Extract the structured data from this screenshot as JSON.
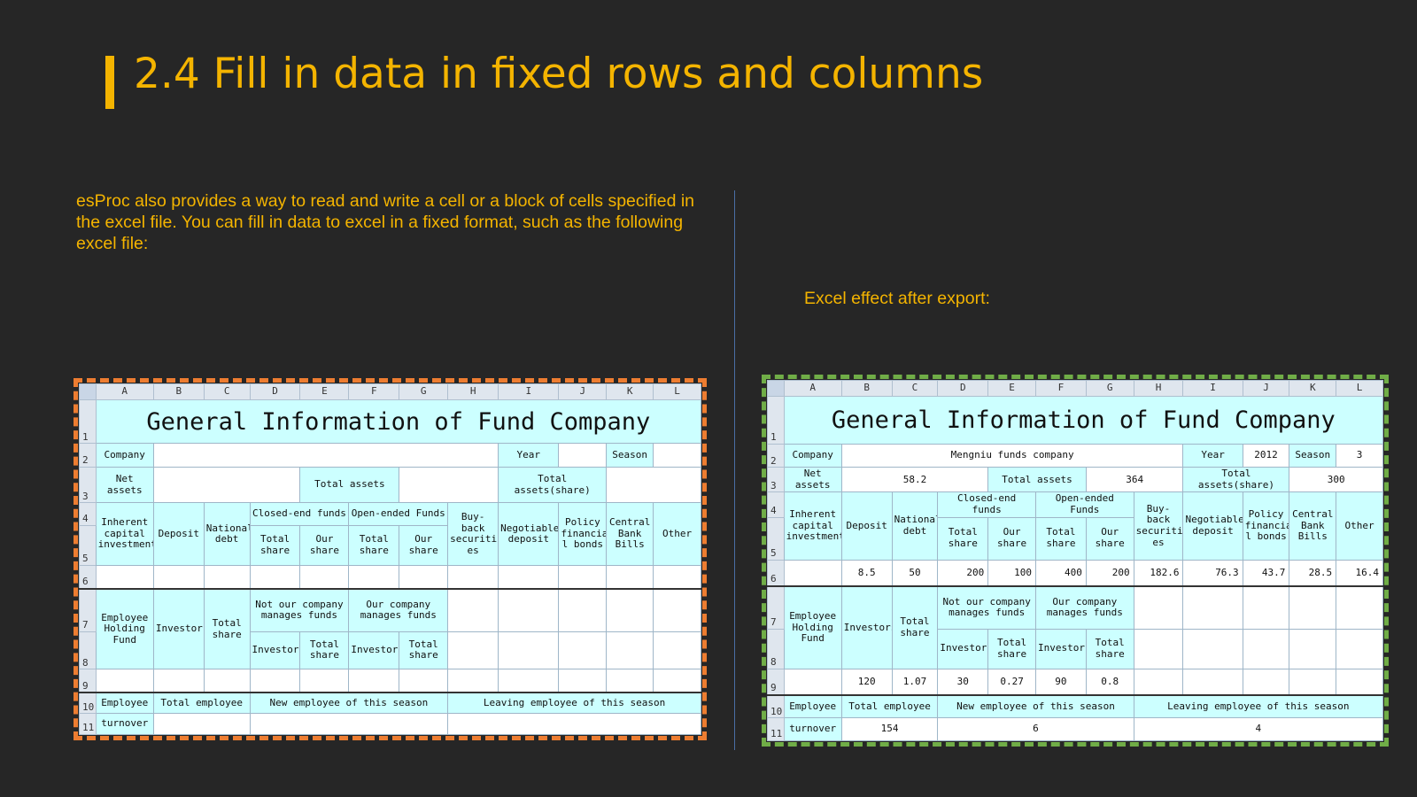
{
  "slide": {
    "title": "2.4 Fill in data in fixed rows and columns",
    "description": "esProc also provides a way to read and write a cell or a block of cells specified in the excel file. You can fill in data to excel in a fixed format, such as the following excel file:",
    "caption": "Excel effect after export:",
    "accent_color": "#F4B400",
    "background_color": "#262626"
  },
  "sheet": {
    "columns": [
      "A",
      "B",
      "C",
      "D",
      "E",
      "F",
      "G",
      "H",
      "I",
      "J",
      "K",
      "L"
    ],
    "rows": [
      "1",
      "2",
      "3",
      "4",
      "5",
      "6",
      "7",
      "8",
      "9",
      "10",
      "11"
    ],
    "title": "General Information of Fund Company",
    "labels": {
      "company": "Company",
      "year": "Year",
      "season": "Season",
      "net_assets": "Net assets",
      "total_assets": "Total assets",
      "total_assets_share": "Total assets(share)",
      "inherent_capital": "Inherent capital investment",
      "deposit": "Deposit",
      "national_debt": "National debt",
      "closed_end": "Closed-end funds",
      "open_ended": "Open-ended Funds",
      "buyback": "Buy-back securiti es",
      "negotiable": "Negotiable deposit",
      "policy": "Policy financia l bonds",
      "central": "Central Bank Bills",
      "other": "Other",
      "total_share": "Total share",
      "our_share": "Our share",
      "employee_holding": "Employee Holding Fund",
      "investors": "Investors",
      "not_our_company": "Not our company manages funds",
      "our_company": "Our company manages funds",
      "employee": "Employee",
      "turnover": "turnover",
      "total_employee": "Total employee",
      "new_employee": "New employee of this season",
      "leaving_employee": "Leaving employee of this season"
    }
  },
  "exported": {
    "company": "Mengniu funds company",
    "year": "2012",
    "season": "3",
    "net_assets": "58.2",
    "total_assets": "364",
    "total_assets_share": "300",
    "row6": [
      "8.5",
      "50",
      "200",
      "100",
      "400",
      "200",
      "182.6",
      "76.3",
      "43.7",
      "28.5",
      "16.4"
    ],
    "row9": [
      "120",
      "1.07",
      "30",
      "0.27",
      "90",
      "0.8"
    ],
    "total_employee": "154",
    "new_employee": "6",
    "leaving_employee": "4"
  }
}
